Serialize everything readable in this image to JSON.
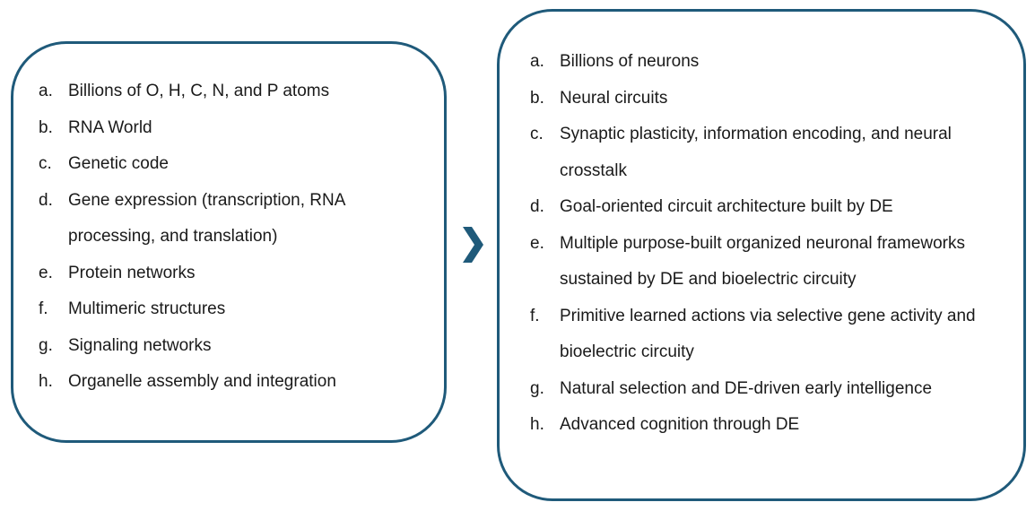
{
  "colors": {
    "border": "#1f5a7a",
    "arrow": "#1f5a7a",
    "text": "#1a1a1a",
    "background": "#ffffff"
  },
  "arrow": {
    "icon": "chevron-right-icon"
  },
  "left_panel": {
    "items": [
      {
        "marker": "a.",
        "text": "Billions of O, H, C, N, and P atoms"
      },
      {
        "marker": "b.",
        "text": "RNA World"
      },
      {
        "marker": "c.",
        "text": "Genetic code"
      },
      {
        "marker": "d.",
        "text": "Gene expression (transcription, RNA processing, and translation)"
      },
      {
        "marker": "e.",
        "text": "Protein networks"
      },
      {
        "marker": "f.",
        "text": "Multimeric structures"
      },
      {
        "marker": "g.",
        "text": "Signaling networks"
      },
      {
        "marker": "h.",
        "text": "Organelle assembly and integration"
      }
    ]
  },
  "right_panel": {
    "items": [
      {
        "marker": "a.",
        "text": "Billions of neurons"
      },
      {
        "marker": "b.",
        "text": "Neural circuits"
      },
      {
        "marker": "c.",
        "text": "Synaptic plasticity, information encoding, and neural crosstalk"
      },
      {
        "marker": "d.",
        "text": "Goal-oriented circuit architecture built by DE"
      },
      {
        "marker": "e.",
        "text": "Multiple purpose-built organized neuronal frameworks sustained by DE and bioelectric circuity"
      },
      {
        "marker": "f.",
        "text": "Primitive learned actions via selective gene activity and bioelectric circuity"
      },
      {
        "marker": "g.",
        "text": "Natural selection and DE-driven early intelligence"
      },
      {
        "marker": "h.",
        "text": "Advanced cognition through DE"
      }
    ]
  }
}
